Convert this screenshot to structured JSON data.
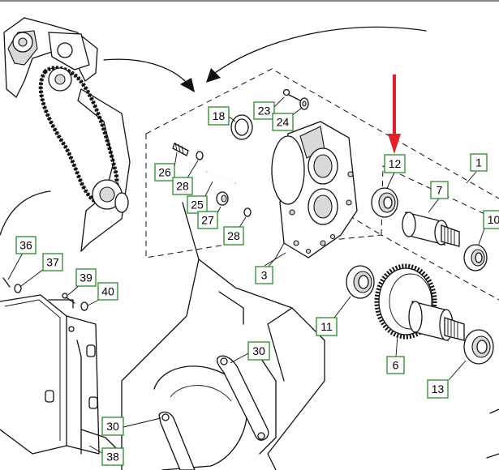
{
  "diagram": {
    "callouts": [
      {
        "id": "c1",
        "label": "1"
      },
      {
        "id": "c3",
        "label": "3"
      },
      {
        "id": "c6",
        "label": "6"
      },
      {
        "id": "c7",
        "label": "7"
      },
      {
        "id": "c10",
        "label": "10"
      },
      {
        "id": "c11",
        "label": "11"
      },
      {
        "id": "c12",
        "label": "12"
      },
      {
        "id": "c13",
        "label": "13"
      },
      {
        "id": "c18",
        "label": "18"
      },
      {
        "id": "c23",
        "label": "23"
      },
      {
        "id": "c24",
        "label": "24"
      },
      {
        "id": "c25",
        "label": "25"
      },
      {
        "id": "c26",
        "label": "26"
      },
      {
        "id": "c27",
        "label": "27"
      },
      {
        "id": "c28a",
        "label": "28"
      },
      {
        "id": "c28b",
        "label": "28"
      },
      {
        "id": "c30a",
        "label": "30"
      },
      {
        "id": "c30b",
        "label": "30"
      },
      {
        "id": "c36",
        "label": "36"
      },
      {
        "id": "c37",
        "label": "37"
      },
      {
        "id": "c38",
        "label": "38"
      },
      {
        "id": "c39",
        "label": "39"
      },
      {
        "id": "c40",
        "label": "40"
      }
    ],
    "highlight_arrow_color": "#e0202a",
    "callout_border_color": "#2a8a2a"
  }
}
